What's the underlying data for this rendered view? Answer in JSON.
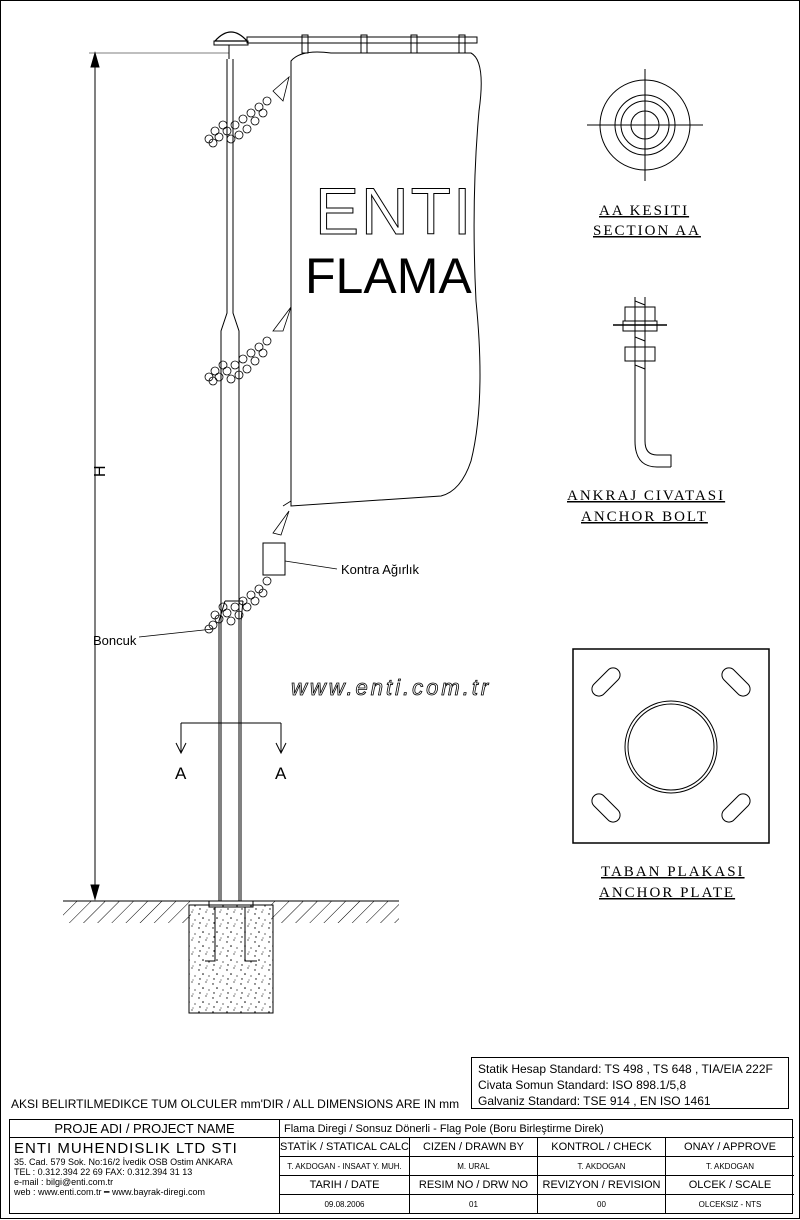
{
  "drawing": {
    "watermark_logo": "ENTI",
    "flag_text": "FLAMA",
    "watermark_url": "www.enti.com.tr",
    "dim_height_label": "H",
    "section_marker_left": "A",
    "section_marker_right": "A",
    "label_counterweight": "Kontra Ağırlık",
    "label_bead": "Boncuk",
    "section_title_tr": "AA KESITI",
    "section_title_en": "SECTION AA",
    "anchor_bolt_title_tr": "ANKRAJ CIVATASI",
    "anchor_bolt_title_en": "ANCHOR BOLT",
    "anchor_plate_title_tr": "TABAN PLAKASI",
    "anchor_plate_title_en": "ANCHOR PLATE"
  },
  "standards": [
    "Statik Hesap Standard: TS 498 , TS 648 , TIA/EIA 222F",
    "Civata Somun Standard: ISO 898.1/5,8",
    "Galvaniz Standard: TSE 914 , EN ISO 1461"
  ],
  "dimension_note": "AKSI BELIRTILMEDIKCE TUM OLCULER mm'DIR / ALL DIMENSIONS ARE IN mm",
  "title_block": {
    "project_header": "PROJE ADI / PROJECT NAME",
    "project_name": "Flama Diregi / Sonsuz Dönerli - Flag Pole (Boru Birleştirme Direk)",
    "company": "ENTI MUHENDISLIK LTD STI",
    "address": "35. Cad. 579 Sok. No:16/2 İvedik OSB Ostim ANKARA",
    "phone": "TEL : 0.312.394 22 69  FAX: 0.312.394 31 13",
    "email": "e-mail : bilgi@enti.com.tr",
    "web": "web    : www.enti.com.tr   ━   www.bayrak-diregi.com",
    "static_calc_header": "STATİK / STATICAL CALC",
    "drawn_by_header": "CIZEN / DRAWN BY",
    "check_header": "KONTROL / CHECK",
    "approve_header": "ONAY / APPROVE",
    "static_calc": "T. AKDOGAN - INSAAT Y. MUH.",
    "drawn_by": "M. URAL",
    "check": "T. AKDOGAN",
    "approve": "T. AKDOGAN",
    "date_header": "TARIH / DATE",
    "drw_no_header": "RESIM NO / DRW NO",
    "revision_header": "REVIZYON / REVISION",
    "scale_header": "OLCEK / SCALE",
    "date": "09.08.2006",
    "drw_no": "01",
    "revision": "00",
    "scale": "OLCEKSIZ - NTS"
  }
}
